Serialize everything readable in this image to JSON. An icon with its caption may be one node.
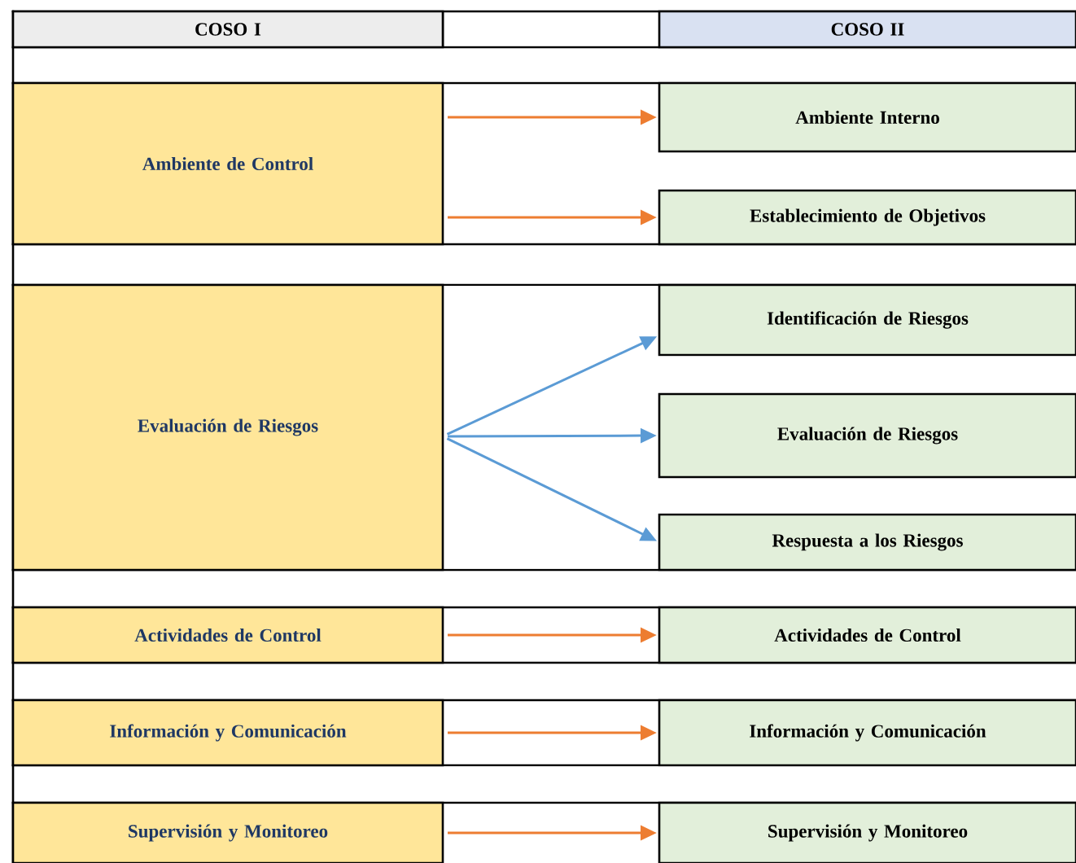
{
  "diagram": {
    "nodes": [
      {
        "text": [
          "COSO I"
        ]
      },
      {
        "text": [
          "COSO II"
        ]
      },
      {
        "text": [
          "Ambiente de Control"
        ]
      },
      {
        "text": [
          "Ambiente Interno"
        ]
      },
      {
        "text": [
          "Establecimiento de Objetivos"
        ]
      },
      {
        "text": [
          "Evaluación de Riesgos"
        ]
      },
      {
        "text": [
          "Identificación de Riesgos"
        ]
      },
      {
        "text": [
          "Evaluación de Riesgos"
        ]
      },
      {
        "text": [
          "Respuesta a los Riesgos"
        ]
      },
      {
        "text": [
          "Actividades de Control"
        ]
      },
      {
        "text": [
          "Actividades de Control"
        ]
      },
      {
        "text": [
          "Información y Comunicación"
        ]
      },
      {
        "text": [
          "Información y Comunicación"
        ]
      },
      {
        "text": [
          "Supervisión y Monitoreo"
        ]
      },
      {
        "text": [
          "Supervisión y Monitoreo"
        ]
      }
    ],
    "edges": [
      {
        "from": 2,
        "to": 3,
        "arrow": "to"
      },
      {
        "from": 2,
        "to": 4,
        "arrow": "to"
      },
      {
        "from": 5,
        "to": 6,
        "arrow": "to",
        "color": "#5b9bd5"
      },
      {
        "from": 5,
        "to": 7,
        "arrow": "to",
        "color": "#5b9bd5"
      },
      {
        "from": 5,
        "to": 8,
        "arrow": "to",
        "color": "#5b9bd5"
      },
      {
        "from": 9,
        "to": 10,
        "arrow": "to"
      },
      {
        "from": 11,
        "to": 12,
        "arrow": "to"
      },
      {
        "from": 13,
        "to": 14,
        "arrow": "to"
      }
    ]
  }
}
